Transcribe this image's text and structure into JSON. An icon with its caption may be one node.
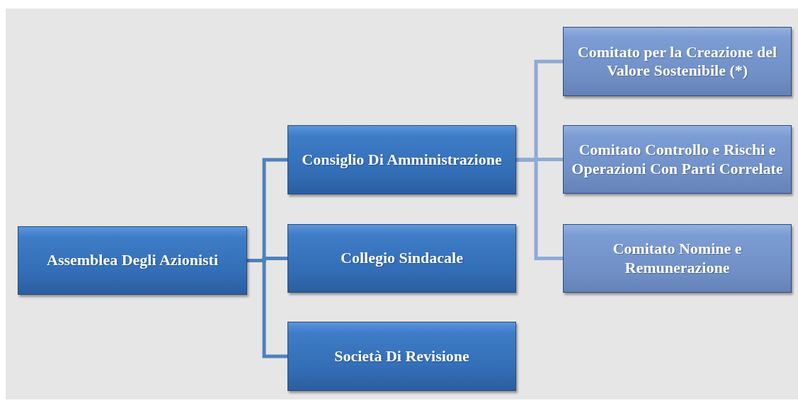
{
  "diagram": {
    "nodes": [
      {
        "text": [
          "Assemblea Degli Azionisti"
        ]
      },
      {
        "text": [
          "Consiglio Di Amministrazione"
        ]
      },
      {
        "text": [
          "Collegio Sindacale"
        ]
      },
      {
        "text": [
          "Società Di Revisione"
        ]
      },
      {
        "text": [
          "Comitato per la Creazione del Valore Sostenibile (*)"
        ]
      },
      {
        "text": [
          "Comitato Controllo e Rischi e Operazioni Con Parti Correlate"
        ]
      },
      {
        "text": [
          "Comitato Nomine e Remunerazione"
        ]
      }
    ],
    "edges": [
      {
        "from": 0,
        "to": 1,
        "arrow": "none"
      },
      {
        "from": 0,
        "to": 2,
        "arrow": "none"
      },
      {
        "from": 0,
        "to": 3,
        "arrow": "none"
      },
      {
        "from": 1,
        "to": 4,
        "arrow": "none",
        "color": "#8eaad6"
      },
      {
        "from": 1,
        "to": 5,
        "arrow": "none",
        "color": "#8eaad6"
      },
      {
        "from": 1,
        "to": 6,
        "arrow": "none",
        "color": "#8eaad6"
      }
    ]
  }
}
